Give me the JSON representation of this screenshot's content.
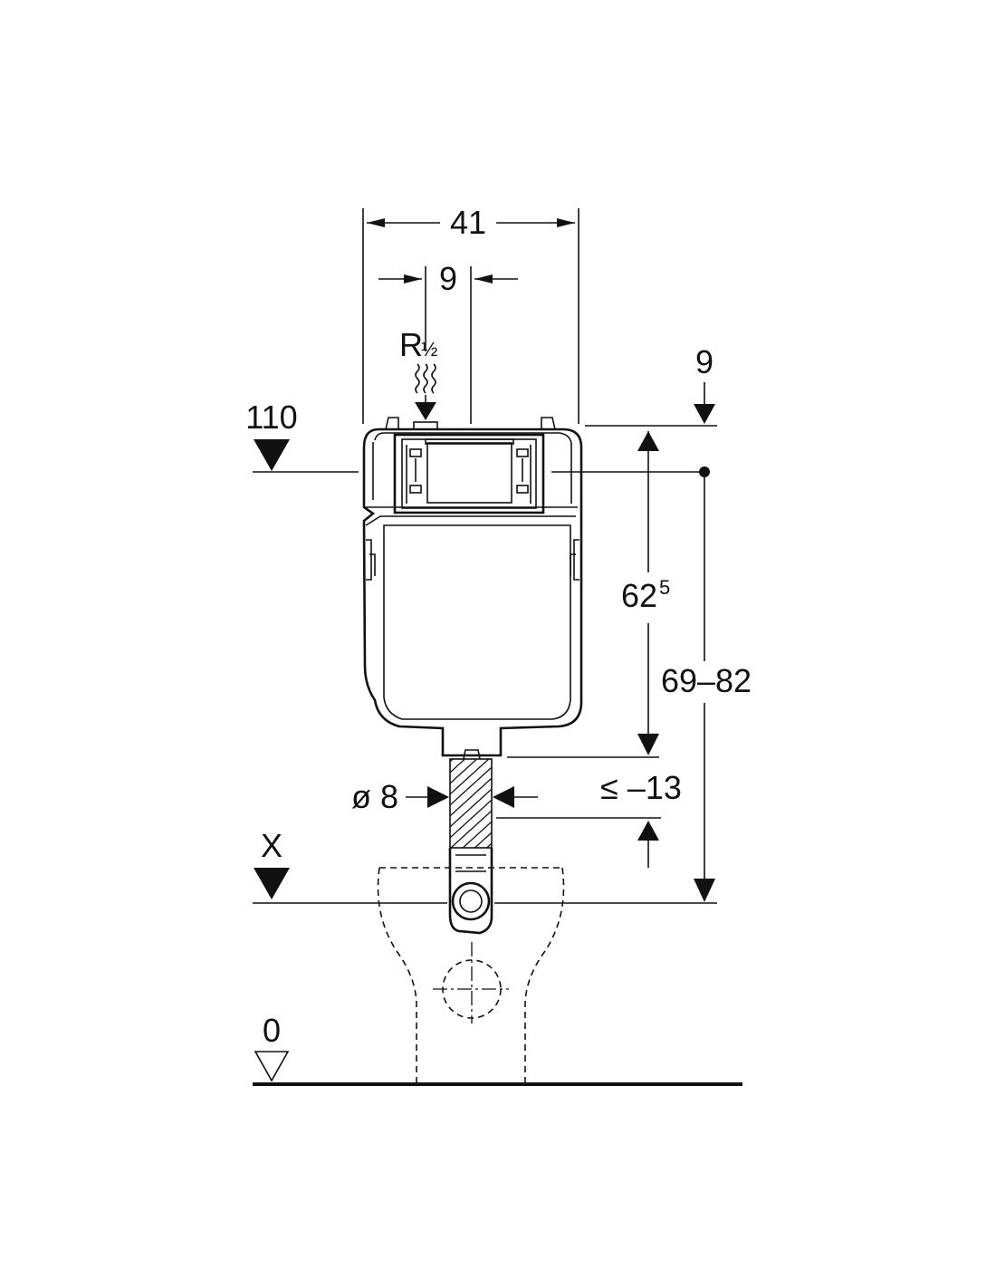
{
  "labels": {
    "width_total": "41",
    "inlet_offset": "9",
    "inlet_thread": "R",
    "inlet_thread_fraction": "½",
    "top_offset": "9",
    "height_marker": "110",
    "flush_height_base": "62",
    "flush_height_sup": "5",
    "height_range": "69–82",
    "pipe_diameter": "ø 8",
    "pipe_shortening": "≤ –13",
    "axis_marker": "X",
    "floor_level": "0"
  }
}
